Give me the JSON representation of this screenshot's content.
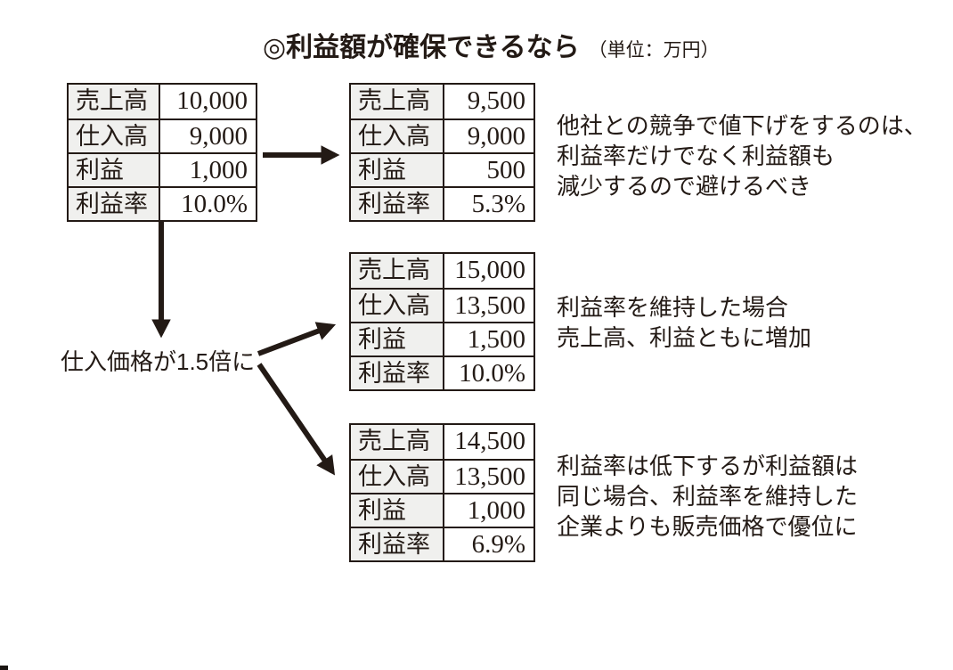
{
  "title": {
    "main": "◎利益額が確保できるなら",
    "unit": "（単位：万円）"
  },
  "tables": {
    "base": {
      "rows": [
        {
          "label": "売上高",
          "value": "10,000"
        },
        {
          "label": "仕入高",
          "value": "9,000"
        },
        {
          "label": "利益",
          "value": "1,000"
        },
        {
          "label": "利益率",
          "value": "10.0%"
        }
      ]
    },
    "price_cut": {
      "rows": [
        {
          "label": "売上高",
          "value": "9,500"
        },
        {
          "label": "仕入高",
          "value": "9,000"
        },
        {
          "label": "利益",
          "value": "500"
        },
        {
          "label": "利益率",
          "value": "5.3%"
        }
      ]
    },
    "margin_kept": {
      "rows": [
        {
          "label": "売上高",
          "value": "15,000"
        },
        {
          "label": "仕入高",
          "value": "13,500"
        },
        {
          "label": "利益",
          "value": "1,500"
        },
        {
          "label": "利益率",
          "value": "10.0%"
        }
      ]
    },
    "profit_kept": {
      "rows": [
        {
          "label": "売上高",
          "value": "14,500"
        },
        {
          "label": "仕入高",
          "value": "13,500"
        },
        {
          "label": "利益",
          "value": "1,000"
        },
        {
          "label": "利益率",
          "value": "6.9%"
        }
      ]
    }
  },
  "branch_label": "仕入価格が1.5倍に",
  "annotations": {
    "price_cut": {
      "line1": "他社との競争で値下げをするのは、",
      "line2": "利益率だけでなく利益額も",
      "line3": "減少するので避けるべき"
    },
    "margin_kept": {
      "line1": "利益率を維持した場合",
      "line2": "売上高、利益ともに増加"
    },
    "profit_kept": {
      "line1": "利益率は低下するが利益額は",
      "line2": "同じ場合、利益率を維持した",
      "line3": "企業よりも販売価格で優位に"
    }
  },
  "colors": {
    "ink": "#231a15",
    "table_label_bg": "#f0f0ee",
    "background": "#ffffff"
  }
}
